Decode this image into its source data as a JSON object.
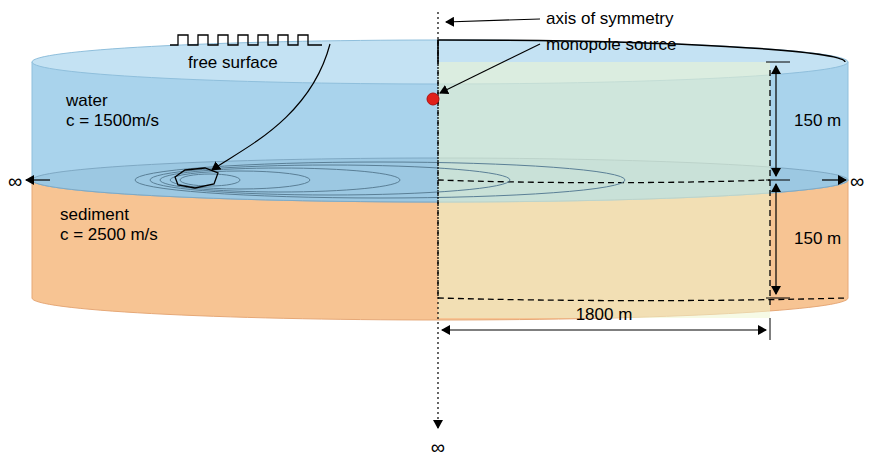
{
  "diagram": {
    "labels": [
      "axis of symmetry",
      "monopole source",
      "free surface",
      "water",
      "c = 1500m/s",
      "150 m",
      "150 m",
      "∞",
      "∞",
      "sediment",
      "c = 2500 m/s",
      "1800 m",
      "∞"
    ]
  }
}
